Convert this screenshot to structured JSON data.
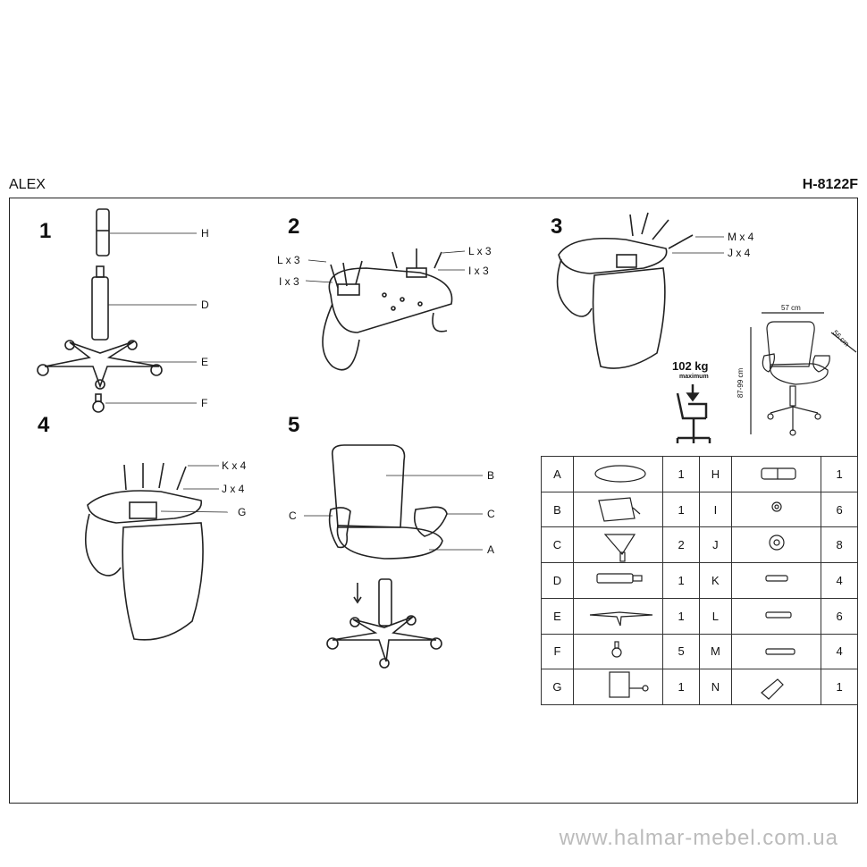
{
  "header": {
    "title": "ALEX",
    "code": "H-8122F"
  },
  "steps": [
    "1",
    "2",
    "3",
    "4",
    "5"
  ],
  "step1": {
    "callouts": [
      "H",
      "D",
      "E",
      "F"
    ]
  },
  "step2": {
    "callouts": [
      "L x 3",
      "I x 3",
      "L x 3",
      "I x 3"
    ]
  },
  "step3": {
    "callouts": [
      "M x 4",
      "J x 4"
    ]
  },
  "step4": {
    "callouts": [
      "K x 4",
      "J x 4",
      "G"
    ]
  },
  "step5": {
    "callouts": [
      "B",
      "C",
      "C",
      "A"
    ]
  },
  "dimensions": {
    "width": "57 cm",
    "depth": "56 cm",
    "height": "87-99 cm",
    "max_weight": "102 kg",
    "max_label": "maximum"
  },
  "parts": [
    {
      "left": {
        "label": "A",
        "qty": "1"
      },
      "right": {
        "label": "H",
        "qty": "1"
      }
    },
    {
      "left": {
        "label": "B",
        "qty": "1"
      },
      "right": {
        "label": "I",
        "qty": "6"
      }
    },
    {
      "left": {
        "label": "C",
        "qty": "2"
      },
      "right": {
        "label": "J",
        "qty": "8"
      }
    },
    {
      "left": {
        "label": "D",
        "qty": "1"
      },
      "right": {
        "label": "K",
        "qty": "4"
      }
    },
    {
      "left": {
        "label": "E",
        "qty": "1"
      },
      "right": {
        "label": "L",
        "qty": "6"
      }
    },
    {
      "left": {
        "label": "F",
        "qty": "5"
      },
      "right": {
        "label": "M",
        "qty": "4"
      }
    },
    {
      "left": {
        "label": "G",
        "qty": "1"
      },
      "right": {
        "label": "N",
        "qty": "1"
      }
    }
  ],
  "footer": {
    "url": "www.halmar-mebel.com.ua"
  }
}
